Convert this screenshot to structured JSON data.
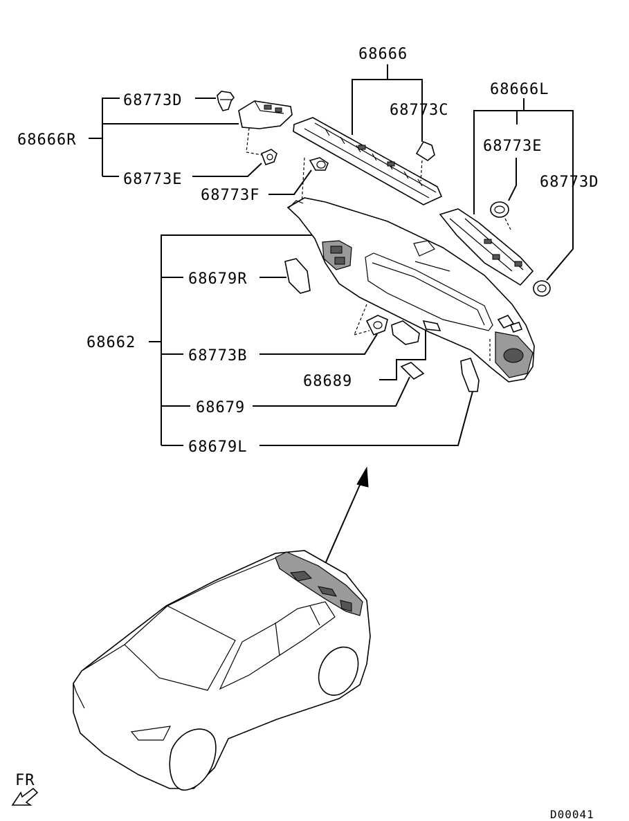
{
  "labels": {
    "p68666": "68666",
    "p68666L": "68666L",
    "p68666R": "68666R",
    "p68773D_left": "68773D",
    "p68773C": "68773C",
    "p68773E_right": "68773E",
    "p68773E_left": "68773E",
    "p68773D_right": "68773D",
    "p68773F": "68773F",
    "p68679R": "68679R",
    "p68662": "68662",
    "p68773B": "68773B",
    "p68689": "68689",
    "p68679": "68679",
    "p68679L": "68679L"
  },
  "orientation": "FR",
  "diagram_code": "D00041"
}
